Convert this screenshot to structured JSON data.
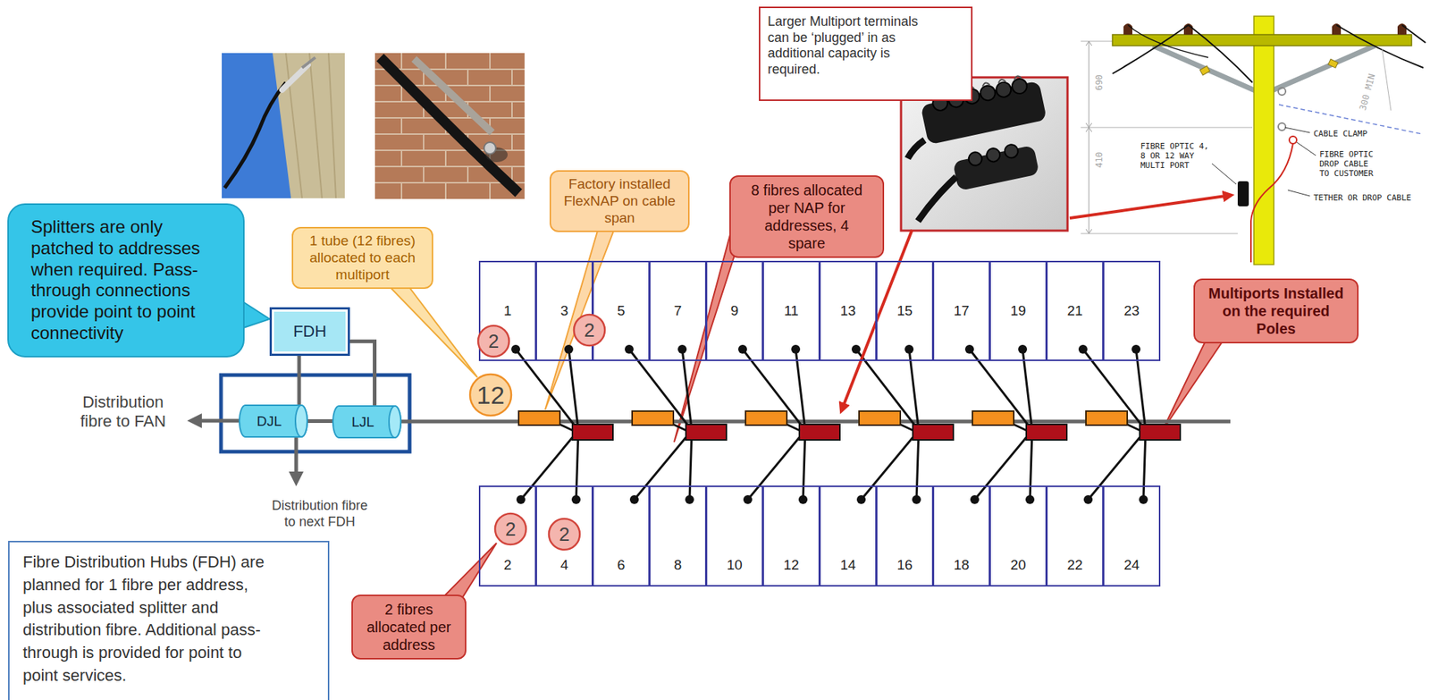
{
  "diagram": {
    "nodes": [
      {
        "text": [
          "Larger Multiport terminals can be ‘plugged’ in as additional capacity is required."
        ]
      },
      {
        "text": [
          "Splitters are only patched to addresses when required. Pass-through connections provide point to point connectivity"
        ]
      },
      {
        "text": [
          "Factory installed FlexNAP on cable span"
        ]
      },
      {
        "text": [
          "8 fibres allocated per NAP for addresses, 4 spare"
        ]
      },
      {
        "text": [
          "1 tube (12 fibres) allocated to each multiport"
        ]
      },
      {
        "text": [
          "Multiports Installed on the required Poles"
        ]
      },
      {
        "text": [
          "FDH"
        ]
      },
      {
        "text": [
          "1"
        ]
      },
      {
        "text": [
          "3"
        ]
      },
      {
        "text": [
          "5"
        ]
      },
      {
        "text": [
          "7"
        ]
      },
      {
        "text": [
          "9"
        ]
      },
      {
        "text": [
          "11"
        ]
      },
      {
        "text": [
          "13"
        ]
      },
      {
        "text": [
          "15"
        ]
      },
      {
        "text": [
          "17"
        ]
      },
      {
        "text": [
          "19"
        ]
      },
      {
        "text": [
          "21"
        ]
      },
      {
        "text": [
          "23"
        ]
      },
      {
        "text": [
          "2"
        ]
      },
      {
        "text": [
          "2"
        ]
      },
      {
        "text": [
          "12"
        ]
      },
      {
        "text": [
          "DJL"
        ]
      },
      {
        "text": [
          "LJL"
        ]
      },
      {
        "text": [
          "2"
        ]
      },
      {
        "text": [
          "4"
        ]
      },
      {
        "text": [
          "6"
        ]
      },
      {
        "text": [
          "8"
        ]
      },
      {
        "text": [
          "10"
        ]
      },
      {
        "text": [
          "12"
        ]
      },
      {
        "text": [
          "14"
        ]
      },
      {
        "text": [
          "16"
        ]
      },
      {
        "text": [
          "18"
        ]
      },
      {
        "text": [
          "20"
        ]
      },
      {
        "text": [
          "22"
        ]
      },
      {
        "text": [
          "24"
        ]
      },
      {
        "text": [
          "2"
        ]
      },
      {
        "text": [
          "2"
        ]
      },
      {
        "text": [
          "2 fibres allocated per address"
        ]
      },
      {
        "text": [
          "Fibre Distribution Hubs (FDH) are planned for 1 fibre per address, plus associated splitter and distribution fibre. Additional pass-through is provided for point to point services."
        ]
      }
    ],
    "edges": [
      {
        "from": 6,
        "to": 22,
        "arrow": "none"
      },
      {
        "from": 6,
        "to": 23,
        "arrow": "none"
      },
      {
        "from": 22,
        "to": 23,
        "arrow": "none"
      }
    ],
    "labels": [
      "Distribution fibre to FAN",
      "Distribution fibre to next FDH",
      "690",
      "410",
      "300 MIN",
      "CABLE CLAMP",
      "FIBRE OPTIC 4, 8 OR 12 WAY MULTI PORT",
      "FIBRE OPTIC DROP CABLE TO CUSTOMER",
      "TETHER OR DROP CABLE"
    ]
  }
}
